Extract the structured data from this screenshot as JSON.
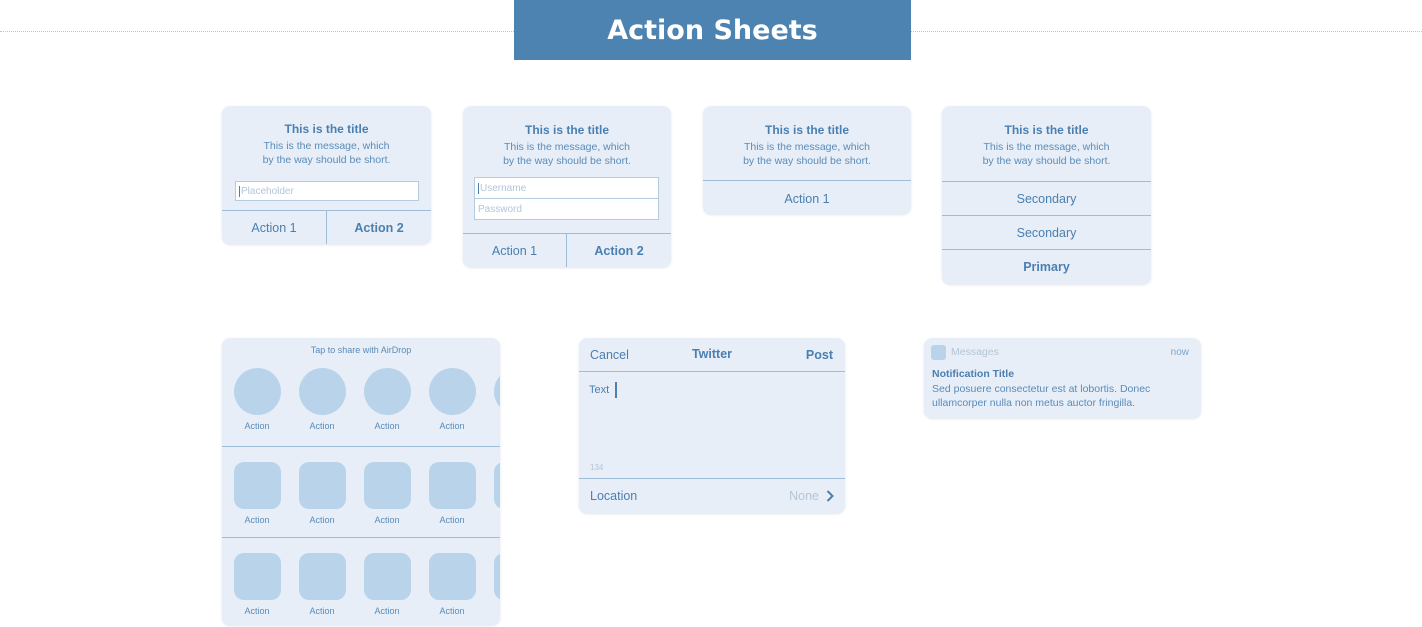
{
  "header": {
    "title": "Action Sheets"
  },
  "alerts": {
    "alert1": {
      "title": "This is the title",
      "message_line1": "This is the message, which",
      "message_line2": "by the way should be short.",
      "input_placeholder": "Placeholder",
      "action1": "Action 1",
      "action2": "Action 2"
    },
    "alert2": {
      "title": "This is the title",
      "message_line1": "This is the message, which",
      "message_line2": "by the way should be short.",
      "username_placeholder": "Username",
      "password_placeholder": "Password",
      "action1": "Action 1",
      "action2": "Action 2"
    },
    "alert3": {
      "title": "This is the title",
      "message_line1": "This is the message, which",
      "message_line2": "by the way should be short.",
      "action1": "Action 1"
    },
    "alert4": {
      "title": "This is the title",
      "message_line1": "This is the message, which",
      "message_line2": "by the way should be short.",
      "secondary1": "Secondary",
      "secondary2": "Secondary",
      "primary": "Primary"
    }
  },
  "share": {
    "airdrop_label": "Tap to share with AirDrop",
    "row1": [
      "Action",
      "Action",
      "Action",
      "Action"
    ],
    "row2": [
      "Action",
      "Action",
      "Action",
      "Action"
    ],
    "row3": [
      "Action",
      "Action",
      "Action",
      "Action"
    ]
  },
  "compose": {
    "cancel": "Cancel",
    "service": "Twitter",
    "post": "Post",
    "text": "Text",
    "char_count": "134",
    "location_label": "Location",
    "location_value": "None"
  },
  "notification": {
    "app": "Messages",
    "time": "now",
    "title": "Notification Title",
    "body_line1": "Sed posuere consectetur est at lobortis. Donec",
    "body_line2": "ullamcorper nulla non metus auctor fringilla."
  },
  "colors": {
    "banner": "#4d83b0",
    "card": "#e7eef7",
    "accent": "#4a7fb0",
    "icon_placeholder": "#b9d4ea"
  }
}
